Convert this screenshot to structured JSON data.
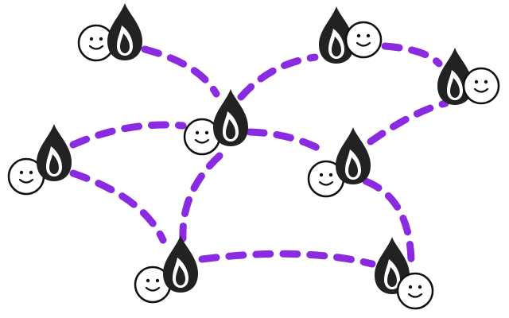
{
  "diagram": {
    "type": "network",
    "nodes": [
      {
        "id": "node-a",
        "icons": [
          "smiley-face-icon",
          "flame-icon"
        ]
      },
      {
        "id": "node-b",
        "icons": [
          "flame-icon",
          "smiley-face-icon"
        ]
      },
      {
        "id": "node-c",
        "icons": [
          "flame-icon",
          "smiley-face-icon"
        ]
      },
      {
        "id": "node-d",
        "icons": [
          "smiley-face-icon",
          "flame-icon"
        ]
      },
      {
        "id": "node-e",
        "icons": [
          "smiley-face-icon",
          "flame-icon"
        ]
      },
      {
        "id": "node-f",
        "icons": [
          "smiley-face-icon",
          "flame-icon"
        ]
      },
      {
        "id": "node-g",
        "icons": [
          "smiley-face-icon",
          "flame-icon"
        ]
      },
      {
        "id": "node-h",
        "icons": [
          "flame-icon",
          "smiley-face-icon"
        ]
      }
    ],
    "edges": [
      {
        "from": "node-a",
        "to": "node-d"
      },
      {
        "from": "node-d",
        "to": "node-b"
      },
      {
        "from": "node-b",
        "to": "node-c"
      },
      {
        "from": "node-e",
        "to": "node-d"
      },
      {
        "from": "node-d",
        "to": "node-f"
      },
      {
        "from": "node-f",
        "to": "node-c"
      },
      {
        "from": "node-e",
        "to": "node-g"
      },
      {
        "from": "node-d",
        "to": "node-g"
      },
      {
        "from": "node-g",
        "to": "node-h"
      },
      {
        "from": "node-f",
        "to": "node-h"
      }
    ],
    "colors": {
      "edge": "#8a2be2",
      "icon_fill": "#222222",
      "face_fill": "#ffffff",
      "face_stroke": "#111111",
      "background": "#ffffff"
    }
  }
}
